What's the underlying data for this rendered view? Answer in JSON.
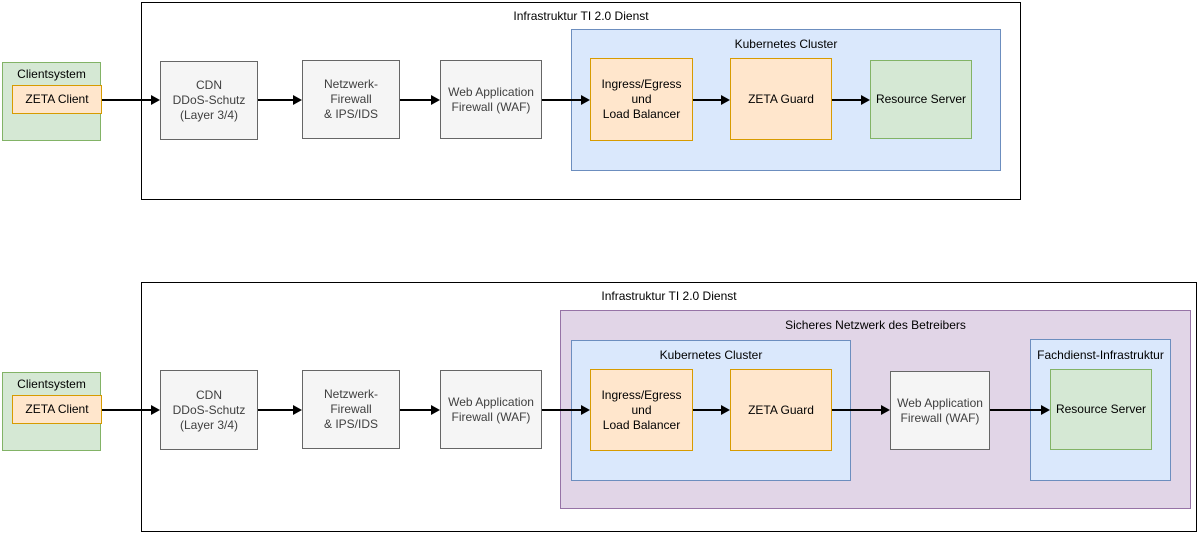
{
  "colors": {
    "green_fill": "#d5e8d4",
    "green_border": "#82b366",
    "orange_fill": "#ffe6cc",
    "orange_border": "#d79b00",
    "gray_fill": "#f5f5f5",
    "gray_border": "#666666",
    "blue_fill": "#dae8fc",
    "blue_border": "#6c8ebf",
    "purple_fill": "#e1d5e7",
    "purple_border": "#9673a6",
    "frame_border": "#000000",
    "arrow": "#000000"
  },
  "diagram_top": {
    "title": "Infrastruktur TI 2.0 Dienst",
    "clientsystem_label": "Clientsystem",
    "zeta_client": "ZETA Client",
    "cdn": "CDN\nDDoS-Schutz\n(Layer 3/4)",
    "network_firewall": "Netzwerk-Firewall\n& IPS/IDS",
    "waf": "Web Application\nFirewall (WAF)",
    "kubernetes_title": "Kubernetes Cluster",
    "ingress": "Ingress/Egress\nund\nLoad Balancer",
    "zeta_guard": "ZETA Guard",
    "resource_server": "Resource Server"
  },
  "diagram_bottom": {
    "title": "Infrastruktur TI 2.0 Dienst",
    "clientsystem_label": "Clientsystem",
    "zeta_client": "ZETA Client",
    "cdn": "CDN\nDDoS-Schutz\n(Layer 3/4)",
    "network_firewall": "Netzwerk-Firewall\n& IPS/IDS",
    "waf_outer": "Web Application\nFirewall (WAF)",
    "secure_network_title": "Sicheres Netzwerk des Betreibers",
    "kubernetes_title": "Kubernetes Cluster",
    "ingress": "Ingress/Egress\nund\nLoad Balancer",
    "zeta_guard": "ZETA Guard",
    "waf_inner": "Web Application\nFirewall (WAF)",
    "fachdienst_title": "Fachdienst-Infrastruktur",
    "resource_server": "Resource Server"
  }
}
